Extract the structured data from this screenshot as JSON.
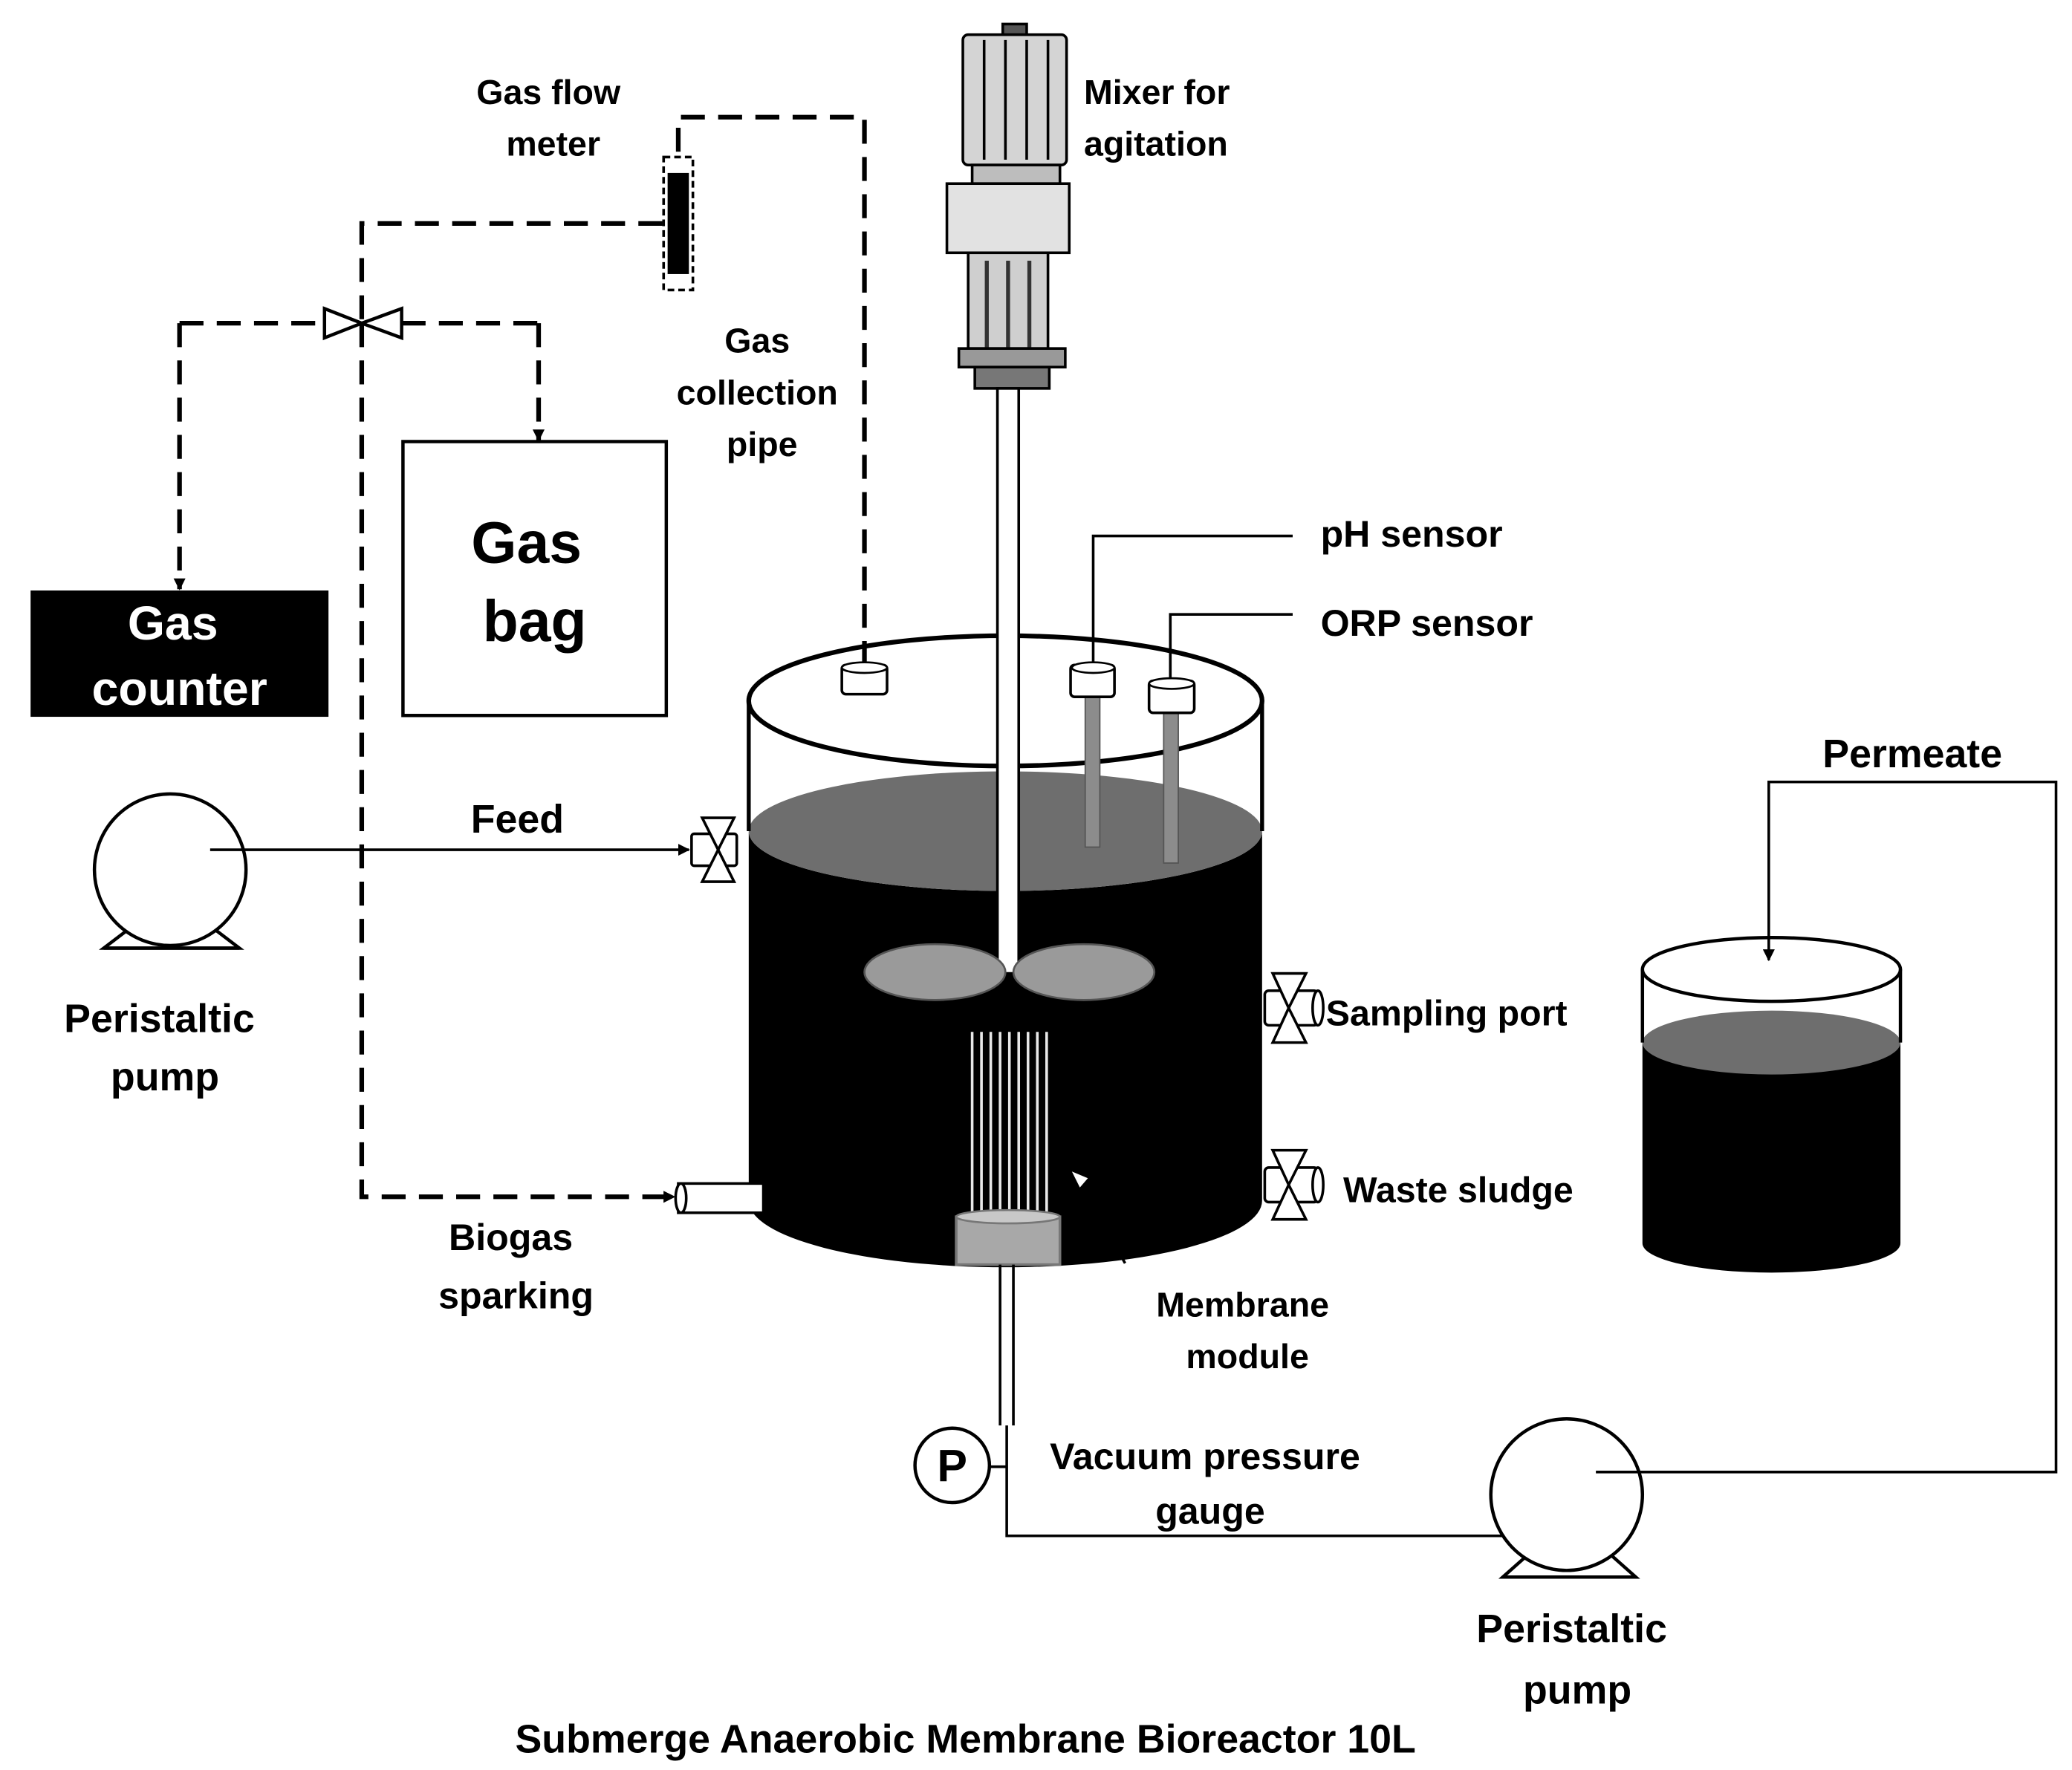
{
  "labels": {
    "gas_flow_meter": [
      "Gas flow",
      "meter"
    ],
    "mixer": [
      "Mixer for",
      "agitation"
    ],
    "gas_collection_pipe": [
      "Gas",
      "collection",
      "pipe"
    ],
    "ph_sensor": "pH sensor",
    "orp_sensor": "ORP sensor",
    "gas_counter": [
      "Gas",
      "counter"
    ],
    "gas_bag": [
      "Gas",
      "bag"
    ],
    "feed": "Feed",
    "permeate": "Permeate",
    "peristaltic_pump_left": [
      "Peristaltic",
      "pump"
    ],
    "sampling_port": "Sampling port",
    "waste_sludge": "Waste sludge",
    "biogas_sparking": [
      "Biogas",
      "sparking"
    ],
    "membrane_module": [
      "Membrane",
      "module"
    ],
    "vacuum_pressure_gauge": [
      "Vacuum pressure",
      "gauge"
    ],
    "pressure_symbol": "P",
    "peristaltic_pump_right": [
      "Peristaltic",
      "pump"
    ],
    "caption": "Submerge Anaerobic Membrane Bioreactor 10L"
  },
  "colors": {
    "sludge": "#000000",
    "liquid_surface": "#6e6e6e",
    "impeller": "#9a9a9a",
    "membrane_base": "#a8a8a8",
    "sensor_probe": "#8c8c8c",
    "mixer_body": "#d4d4d4"
  }
}
